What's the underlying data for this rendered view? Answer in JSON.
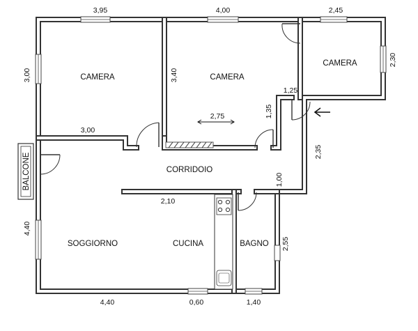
{
  "rooms": {
    "camera_1": "CAMERA",
    "camera_2": "CAMERA",
    "camera_3": "CAMERA",
    "corridoio": "CORRIDOIO",
    "soggiorno": "SOGGIORNO",
    "cucina": "CUCINA",
    "bagno": "BAGNO",
    "balcone": "BALCONE"
  },
  "dimensions": {
    "top_camera_1": "3,95",
    "top_camera_2": "4,00",
    "top_camera_3": "2,45",
    "left_camera_1": "3,00",
    "left_camera_2": "3,40",
    "right_camera_3": "2,30",
    "camera_3_bottom": "1,25",
    "camera_2_inner": "2,75",
    "camera_2_right": "1,35",
    "camera_1_bottom": "3,00",
    "right_corridor": "2,35",
    "corridor_right_inner": "1,00",
    "corridor_wall": "2,10",
    "left_soggiorno": "4,40",
    "right_bagno": "2,55",
    "bottom_soggiorno": "4,40",
    "bottom_cucina": "0,60",
    "bottom_bagno": "1,40"
  }
}
